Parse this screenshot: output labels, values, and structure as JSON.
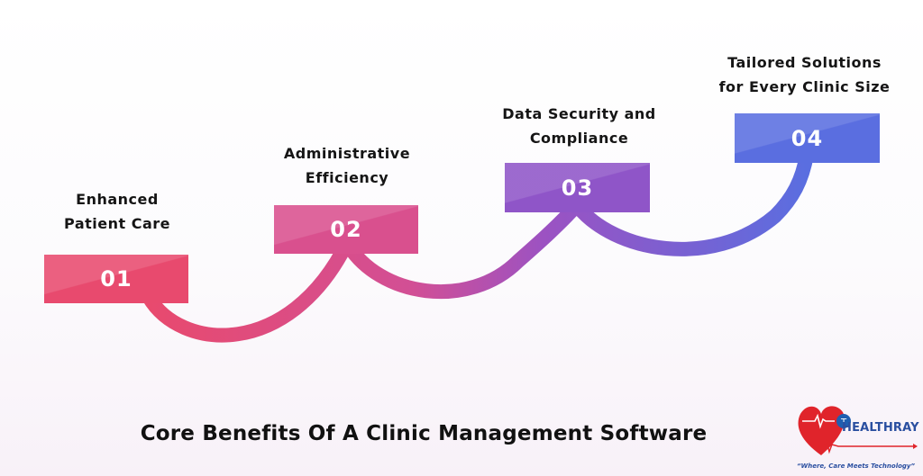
{
  "title": "Core Benefits Of A Clinic Management Software",
  "steps": [
    {
      "number": "01",
      "label_line1": "Enhanced",
      "label_line2": "Patient Care",
      "color": "#e84a6e"
    },
    {
      "number": "02",
      "label_line1": "Administrative",
      "label_line2": "Efficiency",
      "color": "#d9508e"
    },
    {
      "number": "03",
      "label_line1": "Data Security and",
      "label_line2": "Compliance",
      "color": "#8f55c8"
    },
    {
      "number": "04",
      "label_line1": "Tailored Solutions",
      "label_line2": "for Every Clinic Size",
      "color": "#5a6ee0"
    }
  ],
  "logo": {
    "name": "HEALTHRAY",
    "tagline": "“Where, Care Meets Technology”",
    "heart_color": "#e0242b",
    "text_color": "#2a4fa0"
  }
}
